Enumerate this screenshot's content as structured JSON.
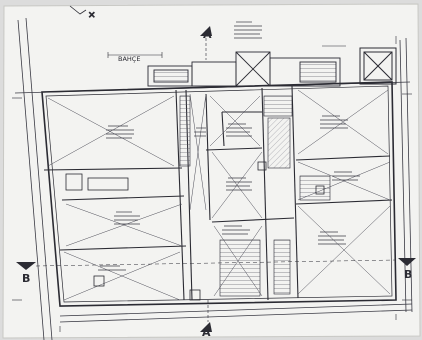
{
  "plan": {
    "garden_label": "BAHÇE",
    "section_a": "A",
    "section_b": "B"
  },
  "colors": {
    "paper": "#f3f3f1",
    "background": "#dcdcdc",
    "ink": "#2b2b33",
    "ink_light": "#5a5a66",
    "hatch": "#8c8c96"
  }
}
